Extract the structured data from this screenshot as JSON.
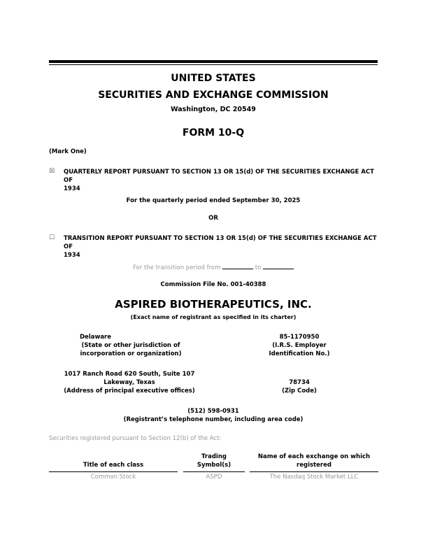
{
  "header": {
    "agency": "UNITED STATES",
    "commission": "SECURITIES AND EXCHANGE COMMISSION",
    "location": "Washington, DC 20549"
  },
  "form": {
    "title": "FORM 10-Q",
    "mark_one": "(Mark One)"
  },
  "report_options": {
    "quarterly": {
      "checkbox": "☒",
      "line1": "QUARTERLY REPORT PURSUANT TO SECTION 13 OR 15(d) OF THE SECURITIES EXCHANGE ACT OF",
      "line2": "1934"
    },
    "period": "For the quarterly period ended September 30, 2025",
    "or": "OR",
    "transition": {
      "checkbox": "☐",
      "line1": "TRANSITION REPORT PURSUANT TO SECTION 13 OR 15(d) OF THE SECURITIES EXCHANGE ACT OF",
      "line2": "1934"
    },
    "transition_period_prefix": "For the transition period from",
    "transition_period_mid": "to"
  },
  "commission_file": "Commission File No. 001-40388",
  "registrant": {
    "name": "ASPIRED BIOTHERAPEUTICS, INC.",
    "name_caption": "(Exact name of registrant as specified in its charter)",
    "state": "Delaware",
    "state_caption_1": "(State or other jurisdiction of",
    "state_caption_2": "incorporation or organization)",
    "ein": "85-1170950",
    "ein_caption_1": "(I.R.S. Employer",
    "ein_caption_2": "Identification No.)",
    "address_1": "1017 Ranch Road 620 South, Suite 107",
    "address_2": "Lakeway, Texas",
    "address_caption": "(Address of principal executive offices)",
    "zip": "78734",
    "zip_caption": "(Zip Code)",
    "phone": "(512) 598-0931",
    "phone_caption": "(Registrant’s telephone number, including area code)"
  },
  "securities": {
    "intro": "Securities registered pursuant to Section 12(b) of the Act:",
    "col1_header": "Title of each class",
    "col2_header_1": "Trading",
    "col2_header_2": "Symbol(s)",
    "col3_header_1": "Name of each exchange on which",
    "col3_header_2": "registered",
    "row1_class": "Common Stock",
    "row1_symbol": "ASPD",
    "row1_exchange": "The Nasdaq Stock Market LLC"
  }
}
